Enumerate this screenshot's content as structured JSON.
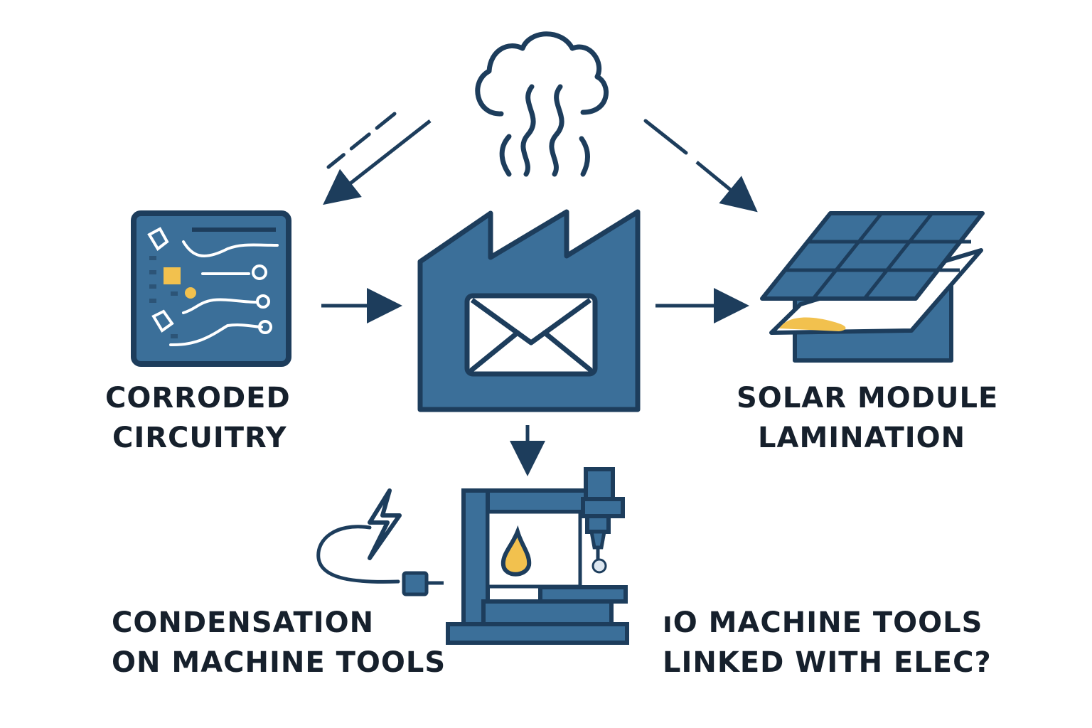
{
  "colors": {
    "navy": "#1d3d5c",
    "fill": "#3b6f99",
    "accent": "#f2c14e",
    "text": "#16202c",
    "background": "#ffffff"
  },
  "icons": [
    "steam-cloud-icon",
    "circuit-board-icon",
    "factory-icon",
    "envelope-icon",
    "solar-panel-icon",
    "machine-tool-icon",
    "oil-drop-icon",
    "lightning-icon",
    "plug-icon"
  ],
  "labels": {
    "corroded": [
      "CORRODED",
      "CIRCUITRY"
    ],
    "solar": [
      "SOLAR MODULE",
      "LAMINATION"
    ],
    "condensation": [
      "CONDENSATION",
      "ON MACHINE TOOLS"
    ],
    "linked": [
      "ıO MACHINE TOOLS",
      "LINKED WITH ELEC?"
    ]
  }
}
